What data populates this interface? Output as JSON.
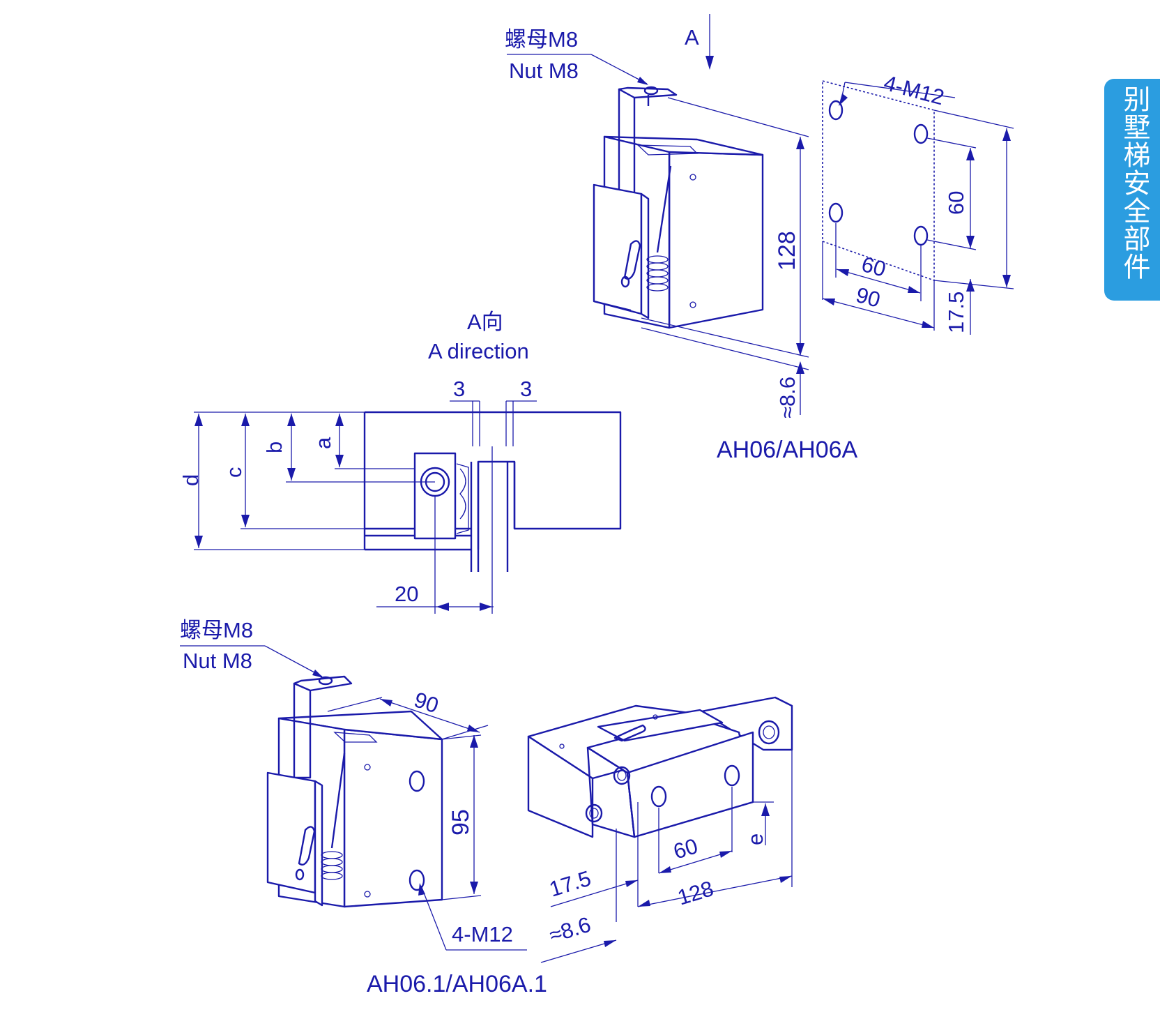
{
  "side_tab": {
    "text": "别墅梯安全部件"
  },
  "top_view": {
    "nut_label_cn": "螺母M8",
    "nut_label_en": "Nut M8",
    "view_arrow_label": "A",
    "dim_height": "128",
    "dim_offset": "≈8.6",
    "model": "AH06/AH06A"
  },
  "hole_pattern": {
    "holes_label": "4-M12",
    "dim_h_inner": "60",
    "dim_h_outer": "90",
    "dim_v_inner": "60",
    "dim_v_offset": "17.5"
  },
  "a_direction": {
    "title_cn": "A向",
    "title_en": "A direction",
    "gap_left": "3",
    "gap_right": "3",
    "dim_a": "a",
    "dim_b": "b",
    "dim_c": "c",
    "dim_d": "d",
    "dim_20": "20"
  },
  "bottom_view": {
    "nut_label_cn": "螺母M8",
    "nut_label_en": "Nut M8",
    "dim_width": "90",
    "dim_height": "95",
    "holes_label": "4-M12",
    "dim_17_5": "17.5",
    "dim_8_6": "≈8.6",
    "dim_60": "60",
    "dim_128": "128",
    "dim_e": "e",
    "model": "AH06.1/AH06A.1"
  },
  "colors": {
    "line": "#1a1aaa",
    "tab": "#2b9de0",
    "background": "#ffffff"
  }
}
